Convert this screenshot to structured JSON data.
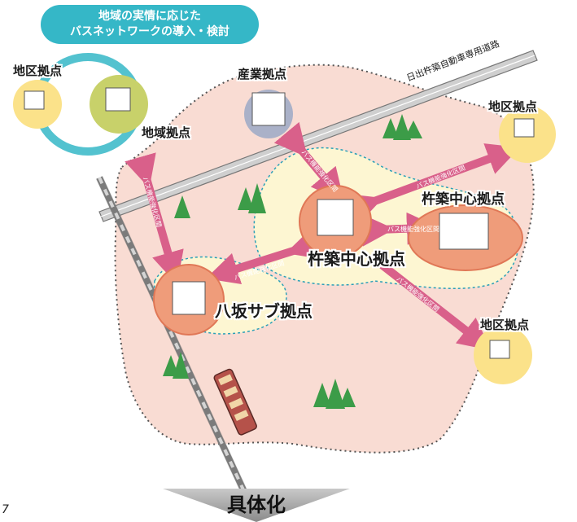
{
  "callout": {
    "line1": "地域の実情に応じた",
    "line2": "バスネットワークの導入・検討"
  },
  "road_label": "日出杵築自動車専用道路",
  "hubs": {
    "district_left": "地区拠点",
    "industry": "産業拠点",
    "regional": "地域拠点",
    "district_top_right": "地区拠点",
    "kitsuki_center_right": "杵築中心拠点",
    "kitsuki_center_main": "杵築中心拠点",
    "yasaka_sub": "八坂サブ拠点",
    "district_bottom_right": "地区拠点"
  },
  "bus_section_label": "バス機能強化区間",
  "concretize_label": "具体化",
  "corner_mark": "7",
  "colors": {
    "region_fill": "#f9dcd3",
    "center_zone_fill": "#fdf6d2",
    "hub_circle": "#ef9c7a",
    "arrow": "#d9608a",
    "teal_callout": "#35b7c7",
    "district_circle": "#fbe28a",
    "industry_circle": "#aab1c8"
  }
}
